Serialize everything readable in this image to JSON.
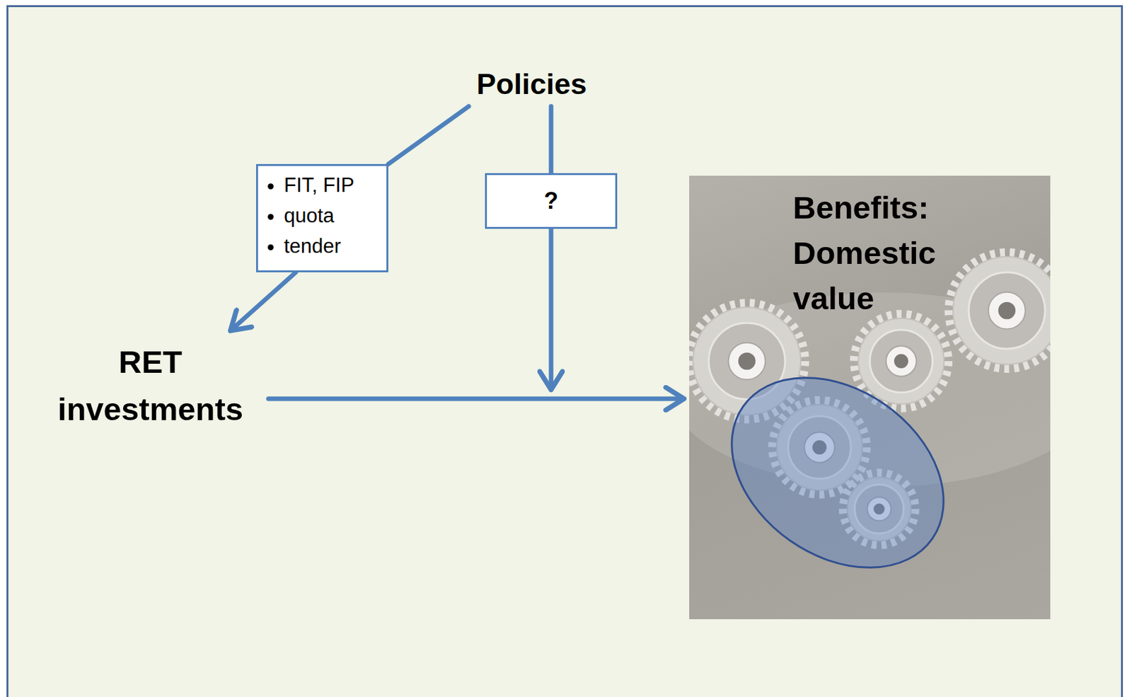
{
  "diagram": {
    "nodes": [
      {
        "text": [
          "Policies"
        ]
      },
      {
        "text": [
          "FIT, FIP",
          "quota",
          "tender"
        ]
      },
      {
        "text": [
          "?"
        ]
      },
      {
        "text": [
          "RET investments"
        ]
      },
      {
        "text": [
          "Benefits: Domestic value"
        ]
      }
    ],
    "edges": [
      {
        "from": 0,
        "to": 1,
        "arrow": "none"
      },
      {
        "from": 1,
        "to": 3,
        "arrow": "to"
      },
      {
        "from": 0,
        "to": 2,
        "arrow": "none"
      },
      {
        "from": 3,
        "to": 4,
        "arrow": "to"
      }
    ]
  }
}
